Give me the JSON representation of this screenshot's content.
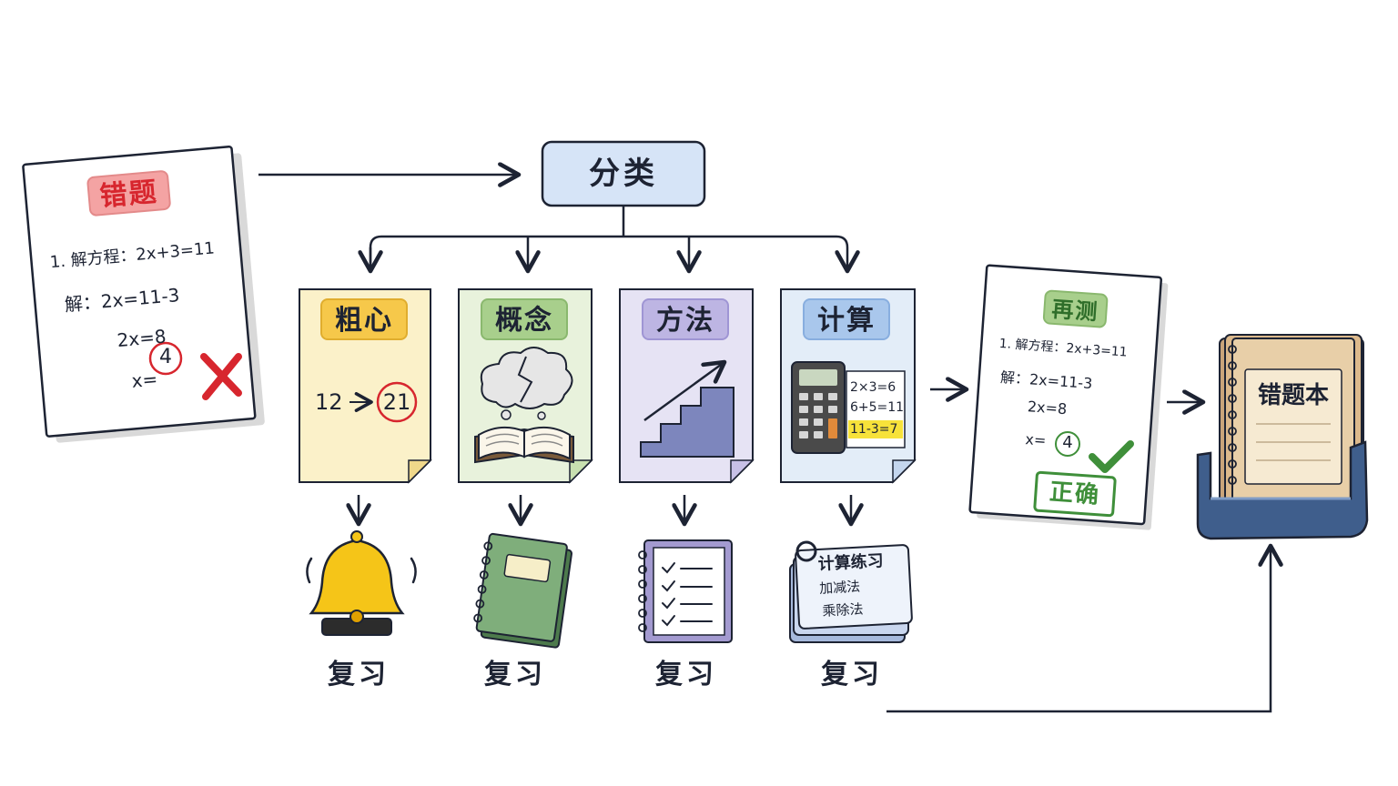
{
  "diagram": {
    "classify": "分类",
    "wrong_question": {
      "label": "错题",
      "line1": "1. 解方程：2x+3=11",
      "line2": "解：2x=11-3",
      "line3": "2x=8",
      "line4_prefix": "x=",
      "answer": "4"
    },
    "categories": [
      {
        "label": "粗心",
        "note_from": "12",
        "note_to": "21"
      },
      {
        "label": "概念"
      },
      {
        "label": "方法"
      },
      {
        "label": "计算",
        "calc_lines": [
          "2×3=6",
          "6+5=11",
          "11-3=7"
        ]
      }
    ],
    "review": {
      "label": "复习"
    },
    "flashcards": {
      "line1": "计算练习",
      "line2": "加减法",
      "line3": "乘除法"
    },
    "retest": {
      "label": "再测",
      "line1": "1. 解方程：2x+3=11",
      "line2": "解：2x=11-3",
      "line3": "2x=8",
      "line4_prefix": "x=",
      "answer": "4",
      "stamp": "正确"
    },
    "notebook": {
      "label": "错题本"
    }
  },
  "colors": {
    "ink": "#1d2333",
    "red": "#d7262e",
    "green": "#3f8f3a",
    "classify_fill": "#d6e4f7",
    "cat_yellow": "#fbf1c9",
    "cat_green": "#e8f2dc",
    "cat_purple": "#e6e3f4",
    "cat_blue": "#e3edf8"
  }
}
